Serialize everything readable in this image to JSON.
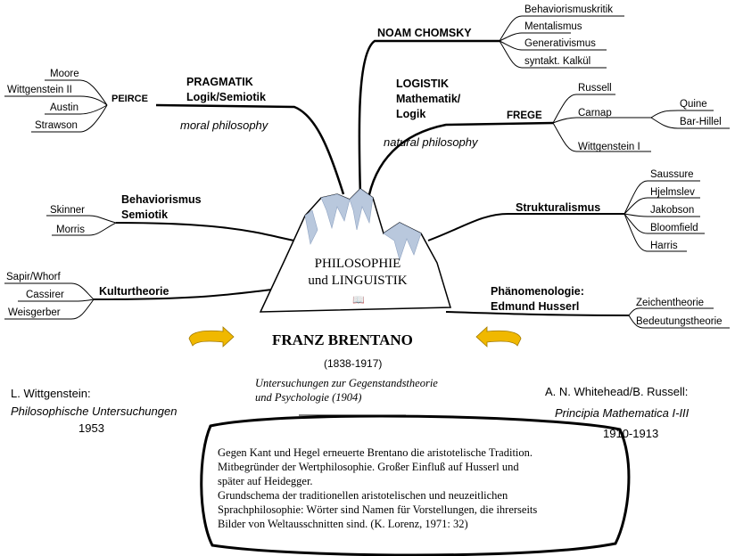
{
  "center": {
    "title_line1": "PHILOSOPHIE",
    "title_line2": "und LINGUISTIK",
    "book_glyph": "📖"
  },
  "chomsky": {
    "label": "NOAM CHOMSKY",
    "items": [
      "Behaviorismuskritik",
      "Mentalismus",
      "Generativismus",
      "syntakt. Kalkül"
    ]
  },
  "pragmatik": {
    "line1": "PRAGMATIK",
    "line2": "Logik/Semiotik",
    "note": "moral philosophy",
    "peirce": "PEIRCE",
    "items": [
      "Moore",
      "Wittgenstein II",
      "Austin",
      "Strawson"
    ]
  },
  "logistik": {
    "line1": "LOGISTIK",
    "line2": "Mathematik/",
    "line3": "Logik",
    "note": "natural philosophy",
    "frege": "FREGE",
    "items": [
      "Russell",
      "Carnap",
      "Wittgenstein I"
    ],
    "carnap_items": [
      "Quine",
      "Bar-Hillel"
    ]
  },
  "behaviorismus": {
    "line1": "Behaviorismus",
    "line2": "Semiotik",
    "items": [
      "Skinner",
      "Morris"
    ]
  },
  "strukturalismus": {
    "label": "Strukturalismus",
    "items": [
      "Saussure",
      "Hjelmslev",
      "Jakobson",
      "Bloomfield",
      "Harris"
    ]
  },
  "kulturtheorie": {
    "label": "Kulturtheorie",
    "items": [
      "Sapir/Whorf",
      "Cassirer",
      "Weisgerber"
    ]
  },
  "phaenomenologie": {
    "line1": "Phänomenologie:",
    "line2": "Edmund Husserl",
    "items": [
      "Zeichentheorie",
      "Bedeutungstheorie"
    ]
  },
  "brentano": {
    "name": "FRANZ BRENTANO",
    "years": "(1838-1917)",
    "work_line1": "Untersuchungen zur Gegenstandstheorie",
    "work_line2": "und Psychologie (1904)"
  },
  "left_ref": {
    "author": "L. Wittgenstein:",
    "title": "Philosophische Untersuchungen",
    "year": "1953"
  },
  "right_ref": {
    "author": "A. N. Whitehead/B. Russell:",
    "title": "Principia Mathematica I-III",
    "year": "1910-1913"
  },
  "quote": {
    "lines": [
      "Gegen Kant und Hegel erneuerte Brentano die aristotelische Tradition.",
      "Mitbegründer der Wertphilosophie. Großer Einfluß auf Husserl und",
      "später auf Heidegger.",
      "Grundschema der traditionellen aristotelischen und neuzeitlichen",
      "Sprachphilosophie: Wörter sind Namen für Vorstellungen, die ihrerseits",
      "Bilder von Weltausschnitten sind.  (K. Lorenz, 1971: 32)"
    ]
  },
  "colors": {
    "arrow": "#f0b800",
    "ink": "#000000",
    "snow": "#b9c8dd"
  }
}
